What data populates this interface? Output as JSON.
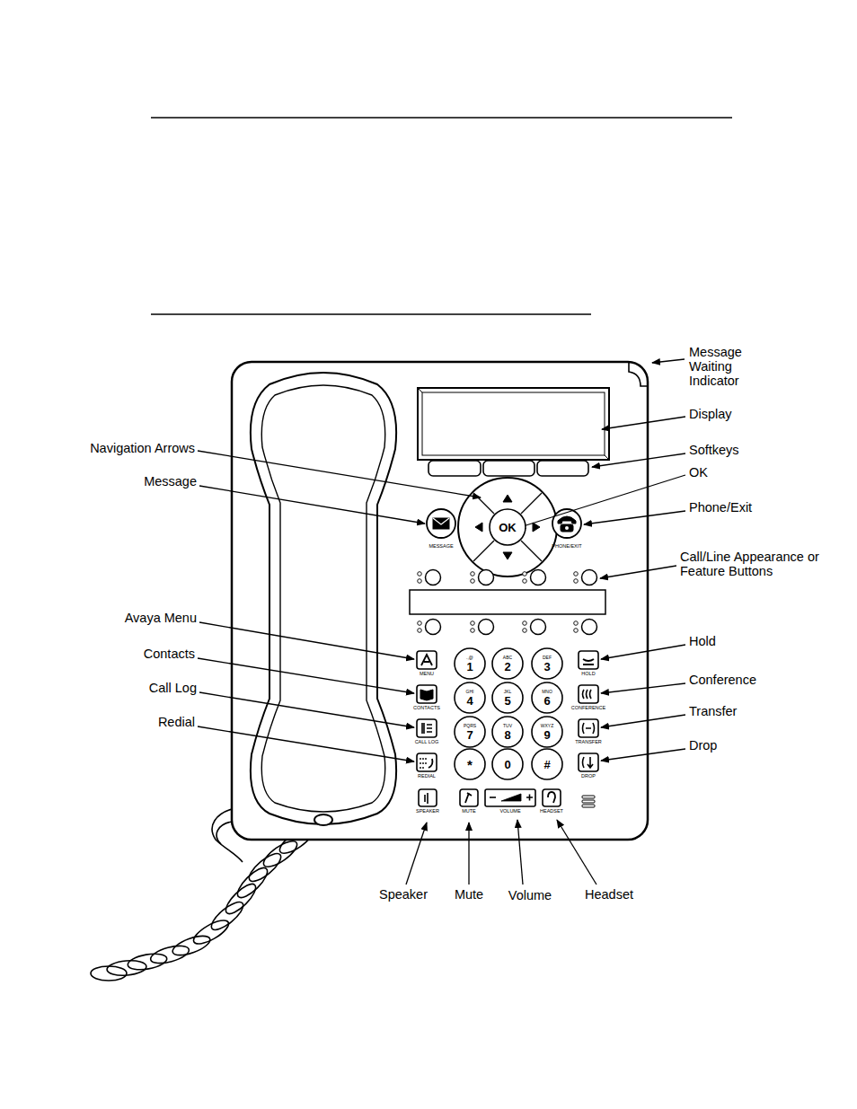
{
  "diagram": {
    "nodes": [
      {
        "text": [
          "OK"
        ]
      },
      {
        "text": [
          ".,@",
          "1"
        ]
      },
      {
        "text": [
          "ABC",
          "2"
        ]
      },
      {
        "text": [
          "DEF",
          "3"
        ]
      },
      {
        "text": [
          "GHI",
          "4"
        ]
      },
      {
        "text": [
          "JKL",
          "5"
        ]
      },
      {
        "text": [
          "MNO",
          "6"
        ]
      },
      {
        "text": [
          "PQRS",
          "7"
        ]
      },
      {
        "text": [
          "TUV",
          "8"
        ]
      },
      {
        "text": [
          "WXYZ",
          "9"
        ]
      },
      {
        "text": [
          "*"
        ]
      },
      {
        "text": [
          "0"
        ]
      },
      {
        "text": [
          "#"
        ]
      }
    ],
    "labels": [
      "Message Waiting Indicator",
      "Display",
      "Navigation Arrows",
      "Softkeys",
      "Message",
      "OK",
      "Phone/Exit",
      "MESSAGE",
      "PHONE/EXIT",
      "Call/Line Appearance or Feature Buttons",
      "Avaya Menu",
      "Hold",
      "Contacts",
      "Conference",
      "Call Log",
      "Transfer",
      "Redial",
      "Drop",
      "MENU",
      "HOLD",
      "CONTACTS",
      "CONFERENCE",
      "CALL LOG",
      "TRANSFER",
      "REDIAL",
      "DROP",
      "SPEAKER",
      "MUTE",
      "VOLUME",
      "HEADSET",
      "Speaker",
      "Mute",
      "Volume",
      "Headset"
    ]
  }
}
